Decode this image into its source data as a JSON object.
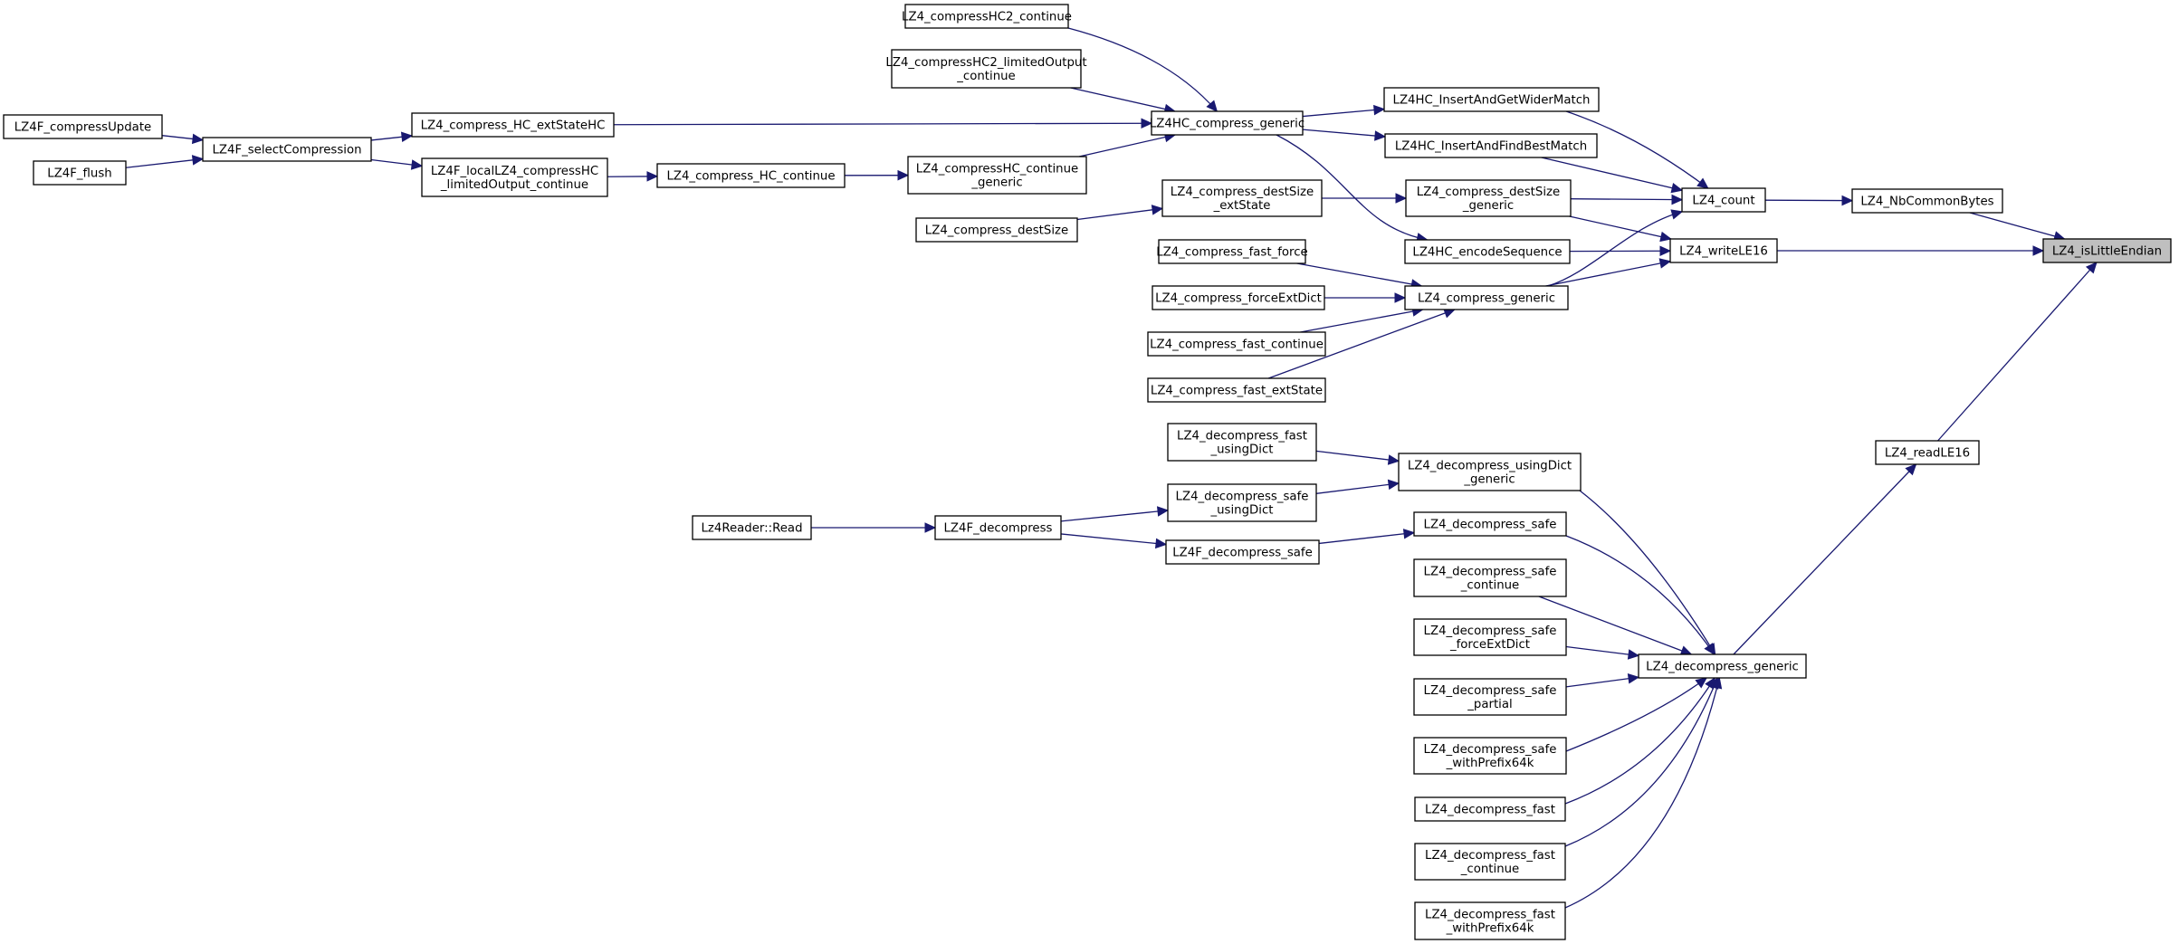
{
  "diagram": {
    "type": "doxygen-caller-graph",
    "focus_node": "LZ4_isLittleEndian",
    "colors": {
      "edge": "#191970",
      "focus_fill": "#bfbfbf",
      "node_fill": "#ffffff",
      "border": "#000000"
    },
    "nodes": [
      {
        "id": "isLittleEndian",
        "lines": [
          "LZ4_isLittleEndian"
        ],
        "focus": true
      },
      {
        "id": "NbCommonBytes",
        "lines": [
          "LZ4_NbCommonBytes"
        ]
      },
      {
        "id": "writeLE16",
        "lines": [
          "LZ4_writeLE16"
        ]
      },
      {
        "id": "readLE16",
        "lines": [
          "LZ4_readLE16"
        ]
      },
      {
        "id": "count",
        "lines": [
          "LZ4_count"
        ]
      },
      {
        "id": "HC_InsertAndGetWiderMatch",
        "lines": [
          "LZ4HC_InsertAndGetWiderMatch"
        ]
      },
      {
        "id": "HC_InsertAndFindBestMatch",
        "lines": [
          "LZ4HC_InsertAndFindBestMatch"
        ]
      },
      {
        "id": "compress_destSize_generic",
        "lines": [
          "LZ4_compress_destSize",
          "_generic"
        ]
      },
      {
        "id": "HC_encodeSequence",
        "lines": [
          "LZ4HC_encodeSequence"
        ]
      },
      {
        "id": "compress_generic",
        "lines": [
          "LZ4_compress_generic"
        ]
      },
      {
        "id": "HC_compress_generic",
        "lines": [
          "LZ4HC_compress_generic"
        ]
      },
      {
        "id": "compressHC2_continue",
        "lines": [
          "LZ4_compressHC2_continue"
        ]
      },
      {
        "id": "compressHC2_limitedOutput_continue",
        "lines": [
          "LZ4_compressHC2_limitedOutput",
          "_continue"
        ]
      },
      {
        "id": "compress_HC_extStateHC",
        "lines": [
          "LZ4_compress_HC_extStateHC"
        ]
      },
      {
        "id": "compressHC_continue_generic",
        "lines": [
          "LZ4_compressHC_continue",
          "_generic"
        ]
      },
      {
        "id": "compress_HC_continue",
        "lines": [
          "LZ4_compress_HC_continue"
        ]
      },
      {
        "id": "F_localLZ4_compressHC",
        "lines": [
          "LZ4F_localLZ4_compressHC",
          "_limitedOutput_continue"
        ]
      },
      {
        "id": "F_selectCompression",
        "lines": [
          "LZ4F_selectCompression"
        ]
      },
      {
        "id": "F_compressUpdate",
        "lines": [
          "LZ4F_compressUpdate"
        ]
      },
      {
        "id": "F_flush",
        "lines": [
          "LZ4F_flush"
        ]
      },
      {
        "id": "compress_destSize_extState",
        "lines": [
          "LZ4_compress_destSize",
          "_extState"
        ]
      },
      {
        "id": "compress_destSize",
        "lines": [
          "LZ4_compress_destSize"
        ]
      },
      {
        "id": "compress_fast_force",
        "lines": [
          "LZ4_compress_fast_force"
        ]
      },
      {
        "id": "compress_forceExtDict",
        "lines": [
          "LZ4_compress_forceExtDict"
        ]
      },
      {
        "id": "compress_fast_continue",
        "lines": [
          "LZ4_compress_fast_continue"
        ]
      },
      {
        "id": "compress_fast_extState",
        "lines": [
          "LZ4_compress_fast_extState"
        ]
      },
      {
        "id": "decompress_generic",
        "lines": [
          "LZ4_decompress_generic"
        ]
      },
      {
        "id": "decompress_usingDict_generic",
        "lines": [
          "LZ4_decompress_usingDict",
          "_generic"
        ]
      },
      {
        "id": "decompress_fast_usingDict",
        "lines": [
          "LZ4_decompress_fast",
          "_usingDict"
        ]
      },
      {
        "id": "decompress_safe_usingDict",
        "lines": [
          "LZ4_decompress_safe",
          "_usingDict"
        ]
      },
      {
        "id": "decompress_safe",
        "lines": [
          "LZ4_decompress_safe"
        ]
      },
      {
        "id": "F_decompress_safe",
        "lines": [
          "LZ4F_decompress_safe"
        ]
      },
      {
        "id": "F_decompress",
        "lines": [
          "LZ4F_decompress"
        ]
      },
      {
        "id": "Lz4Reader_Read",
        "lines": [
          "Lz4Reader::Read"
        ]
      },
      {
        "id": "decompress_safe_continue",
        "lines": [
          "LZ4_decompress_safe",
          "_continue"
        ]
      },
      {
        "id": "decompress_safe_forceExtDict",
        "lines": [
          "LZ4_decompress_safe",
          "_forceExtDict"
        ]
      },
      {
        "id": "decompress_safe_partial",
        "lines": [
          "LZ4_decompress_safe",
          "_partial"
        ]
      },
      {
        "id": "decompress_safe_withPrefix64k",
        "lines": [
          "LZ4_decompress_safe",
          "_withPrefix64k"
        ]
      },
      {
        "id": "decompress_fast",
        "lines": [
          "LZ4_decompress_fast"
        ]
      },
      {
        "id": "decompress_fast_continue",
        "lines": [
          "LZ4_decompress_fast",
          "_continue"
        ]
      },
      {
        "id": "decompress_fast_withPrefix64k",
        "lines": [
          "LZ4_decompress_fast",
          "_withPrefix64k"
        ]
      }
    ],
    "edges": [
      {
        "from": "NbCommonBytes",
        "to": "isLittleEndian"
      },
      {
        "from": "writeLE16",
        "to": "isLittleEndian"
      },
      {
        "from": "readLE16",
        "to": "isLittleEndian"
      },
      {
        "from": "count",
        "to": "NbCommonBytes"
      },
      {
        "from": "HC_InsertAndGetWiderMatch",
        "to": "count"
      },
      {
        "from": "HC_InsertAndFindBestMatch",
        "to": "count"
      },
      {
        "from": "compress_destSize_generic",
        "to": "count"
      },
      {
        "from": "compress_generic",
        "to": "count"
      },
      {
        "from": "compress_destSize_generic",
        "to": "writeLE16"
      },
      {
        "from": "HC_encodeSequence",
        "to": "writeLE16"
      },
      {
        "from": "compress_generic",
        "to": "writeLE16"
      },
      {
        "from": "decompress_generic",
        "to": "readLE16"
      },
      {
        "from": "HC_compress_generic",
        "to": "HC_InsertAndGetWiderMatch"
      },
      {
        "from": "HC_compress_generic",
        "to": "HC_InsertAndFindBestMatch"
      },
      {
        "from": "HC_compress_generic",
        "to": "HC_encodeSequence"
      },
      {
        "from": "compressHC2_continue",
        "to": "HC_compress_generic"
      },
      {
        "from": "compressHC2_limitedOutput_continue",
        "to": "HC_compress_generic"
      },
      {
        "from": "compress_HC_extStateHC",
        "to": "HC_compress_generic"
      },
      {
        "from": "compressHC_continue_generic",
        "to": "HC_compress_generic"
      },
      {
        "from": "compress_HC_continue",
        "to": "compressHC_continue_generic"
      },
      {
        "from": "F_localLZ4_compressHC",
        "to": "compress_HC_continue"
      },
      {
        "from": "F_selectCompression",
        "to": "compress_HC_extStateHC"
      },
      {
        "from": "F_selectCompression",
        "to": "F_localLZ4_compressHC"
      },
      {
        "from": "F_compressUpdate",
        "to": "F_selectCompression"
      },
      {
        "from": "F_flush",
        "to": "F_selectCompression"
      },
      {
        "from": "compress_destSize_extState",
        "to": "compress_destSize_generic"
      },
      {
        "from": "compress_destSize",
        "to": "compress_destSize_extState"
      },
      {
        "from": "compress_fast_force",
        "to": "compress_generic"
      },
      {
        "from": "compress_forceExtDict",
        "to": "compress_generic"
      },
      {
        "from": "compress_fast_continue",
        "to": "compress_generic"
      },
      {
        "from": "compress_fast_extState",
        "to": "compress_generic"
      },
      {
        "from": "decompress_usingDict_generic",
        "to": "decompress_generic"
      },
      {
        "from": "decompress_safe",
        "to": "decompress_generic"
      },
      {
        "from": "decompress_safe_continue",
        "to": "decompress_generic"
      },
      {
        "from": "decompress_safe_forceExtDict",
        "to": "decompress_generic"
      },
      {
        "from": "decompress_safe_partial",
        "to": "decompress_generic"
      },
      {
        "from": "decompress_safe_withPrefix64k",
        "to": "decompress_generic"
      },
      {
        "from": "decompress_fast",
        "to": "decompress_generic"
      },
      {
        "from": "decompress_fast_continue",
        "to": "decompress_generic"
      },
      {
        "from": "decompress_fast_withPrefix64k",
        "to": "decompress_generic"
      },
      {
        "from": "decompress_fast_usingDict",
        "to": "decompress_usingDict_generic"
      },
      {
        "from": "decompress_safe_usingDict",
        "to": "decompress_usingDict_generic"
      },
      {
        "from": "F_decompress",
        "to": "decompress_safe_usingDict"
      },
      {
        "from": "F_decompress",
        "to": "F_decompress_safe"
      },
      {
        "from": "F_decompress_safe",
        "to": "decompress_safe"
      },
      {
        "from": "Lz4Reader_Read",
        "to": "F_decompress"
      }
    ]
  }
}
